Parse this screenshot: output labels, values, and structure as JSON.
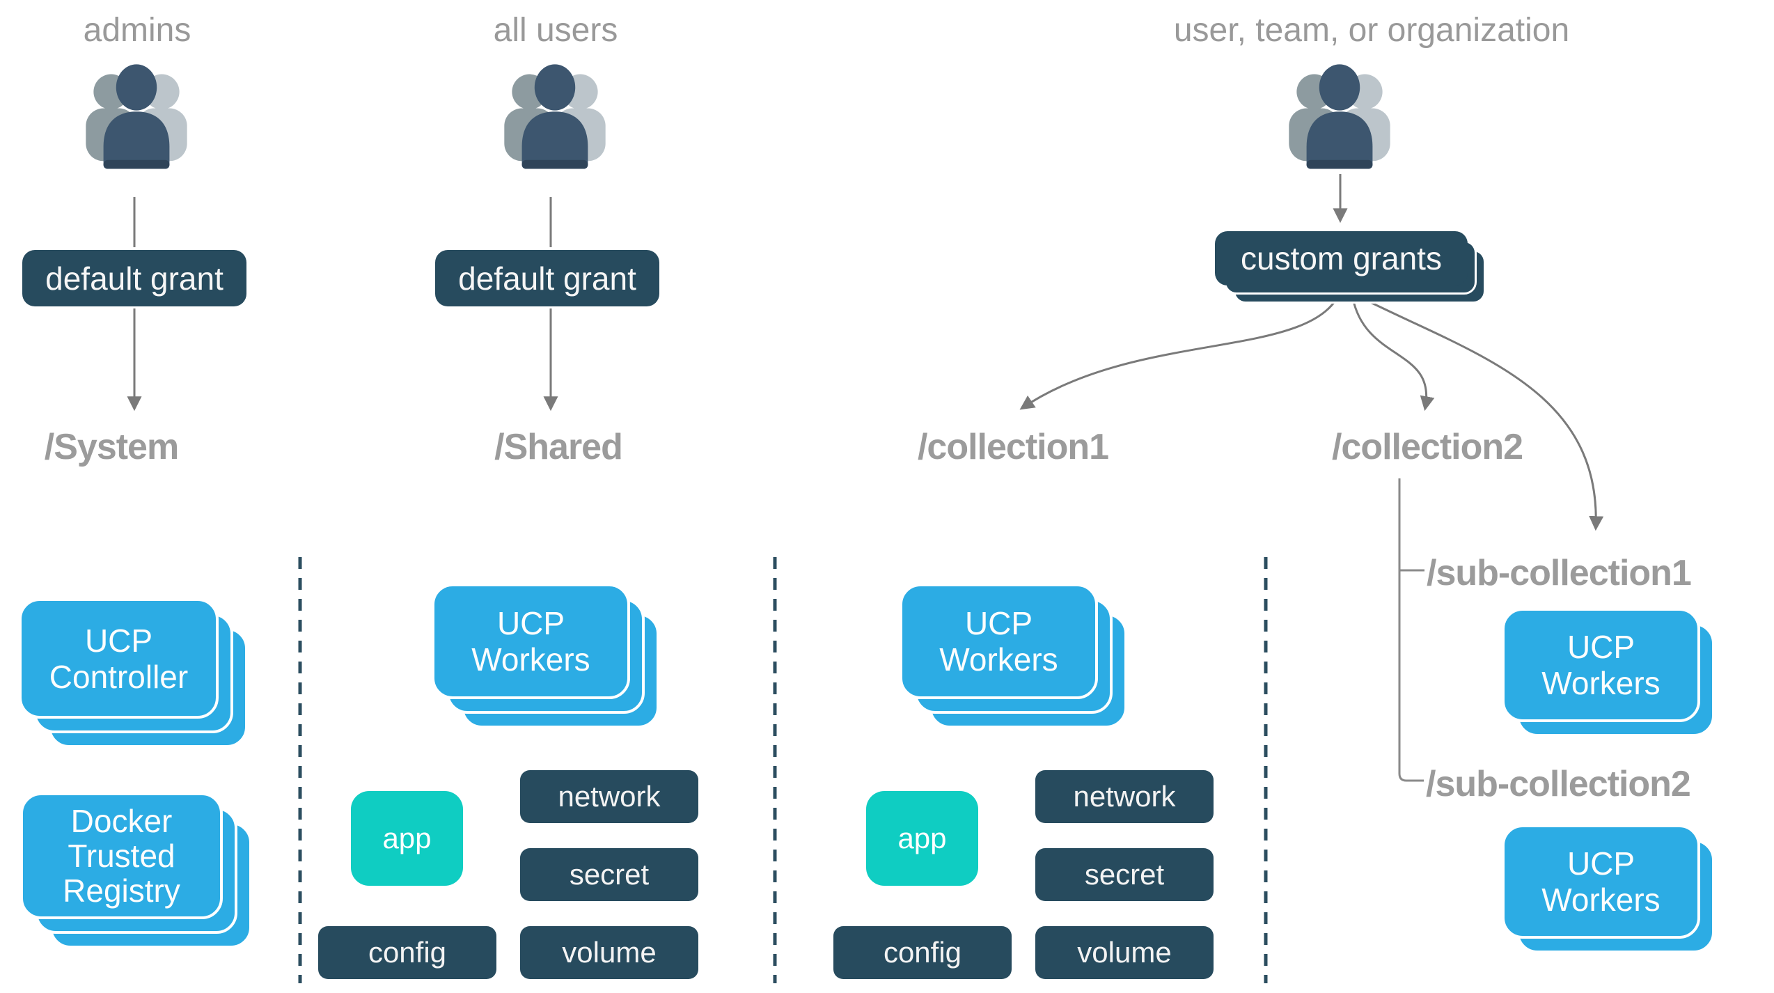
{
  "headers": {
    "admins": "admins",
    "all_users": "all users",
    "custom": "user, team, or organization"
  },
  "grants": {
    "default_label": "default grant",
    "custom_label": "custom grants"
  },
  "paths": {
    "system": "/System",
    "shared": "/Shared",
    "collection1": "/collection1",
    "collection2": "/collection2",
    "sub_collection1": "/sub-collection1",
    "sub_collection2": "/sub-collection2"
  },
  "nodes": {
    "ucp_controller": {
      "line1": "UCP",
      "line2": "Controller"
    },
    "dtr": {
      "line1": "Docker",
      "line2": "Trusted",
      "line3": "Registry"
    },
    "ucp_workers": {
      "line1": "UCP",
      "line2": "Workers"
    }
  },
  "resources": {
    "app": "app",
    "network": "network",
    "secret": "secret",
    "volume": "volume",
    "config": "config"
  },
  "icons": {
    "users": "users-icon"
  },
  "colors": {
    "node_blue": "#2cace4",
    "box_navy": "#274b5e",
    "app_teal": "#0fcdc2",
    "header_gray": "#999999",
    "path_gray": "#9b9b9b",
    "connector_gray": "#7a7a7a",
    "divider_navy": "#2b4d5f",
    "person_navy": "#3d566f",
    "person_gray_dark": "#8d9ba0",
    "person_gray_light": "#bcc5cb"
  }
}
